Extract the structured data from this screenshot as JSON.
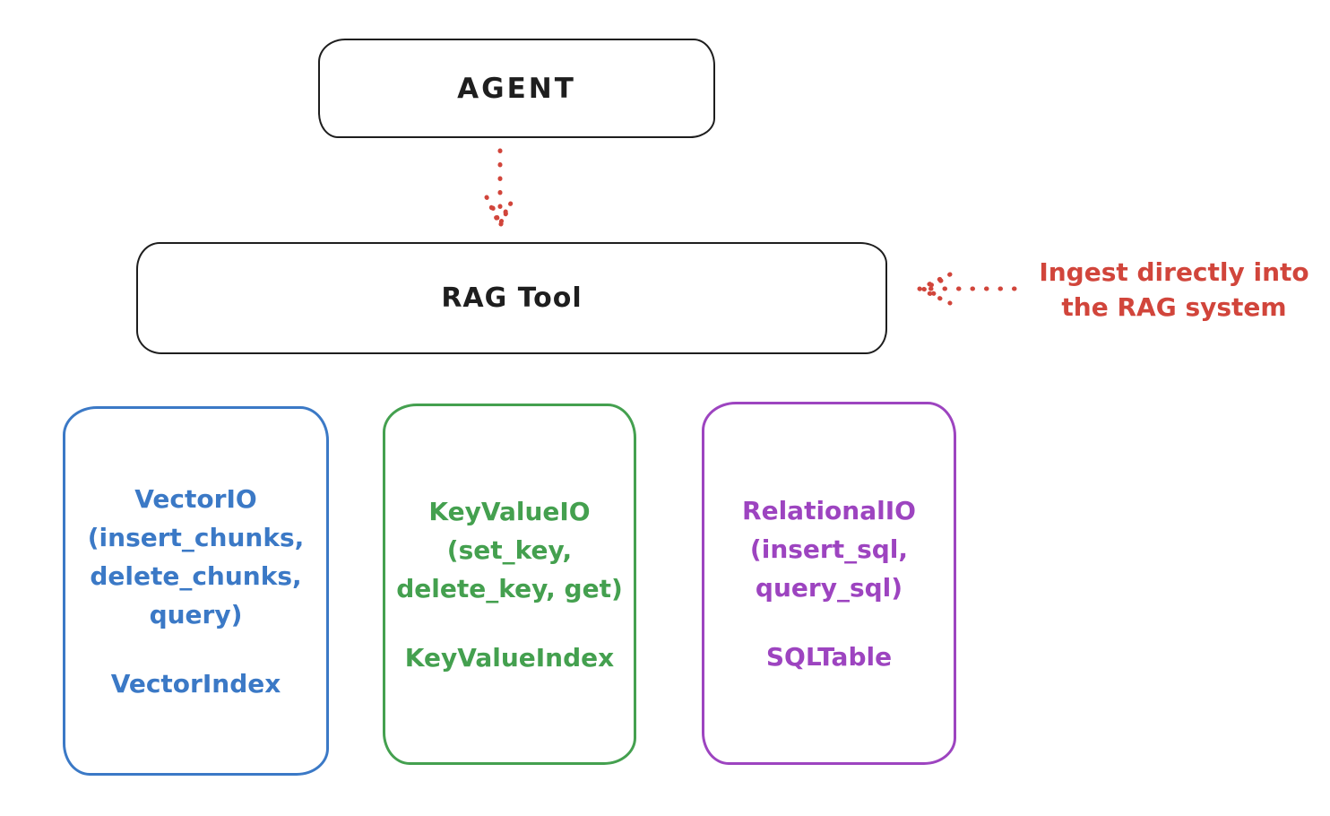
{
  "diagram": {
    "title_hint": "RAG Tool architecture sketch",
    "stroke_color": "#1e1e1e",
    "background": "#ffffff",
    "agent": {
      "label": "AGENT"
    },
    "rag_tool": {
      "label": "RAG Tool"
    },
    "agent_to_rag_arrow": {
      "style": "dotted",
      "direction": "down",
      "color": "#d1453b"
    },
    "annotation": {
      "line1": "Ingest directly into",
      "line2": "the RAG system",
      "color": "#d1453b",
      "arrow": {
        "style": "dotted",
        "direction": "left",
        "points_to": "RAG Tool"
      }
    },
    "backends": [
      {
        "name": "vector-io",
        "color": "#3b79c6",
        "lines": [
          "VectorIO",
          "(insert_chunks,",
          "delete_chunks,",
          "query)"
        ],
        "index_label": "VectorIndex"
      },
      {
        "name": "keyvalue-io",
        "color": "#44a04f",
        "lines": [
          "KeyValueIO",
          "(set_key,",
          "delete_key, get)"
        ],
        "index_label": "KeyValueIndex"
      },
      {
        "name": "relational-io",
        "color": "#9d44c0",
        "lines": [
          "RelationalIO",
          "(insert_sql,",
          "query_sql)"
        ],
        "index_label": "SQLTable"
      }
    ]
  }
}
